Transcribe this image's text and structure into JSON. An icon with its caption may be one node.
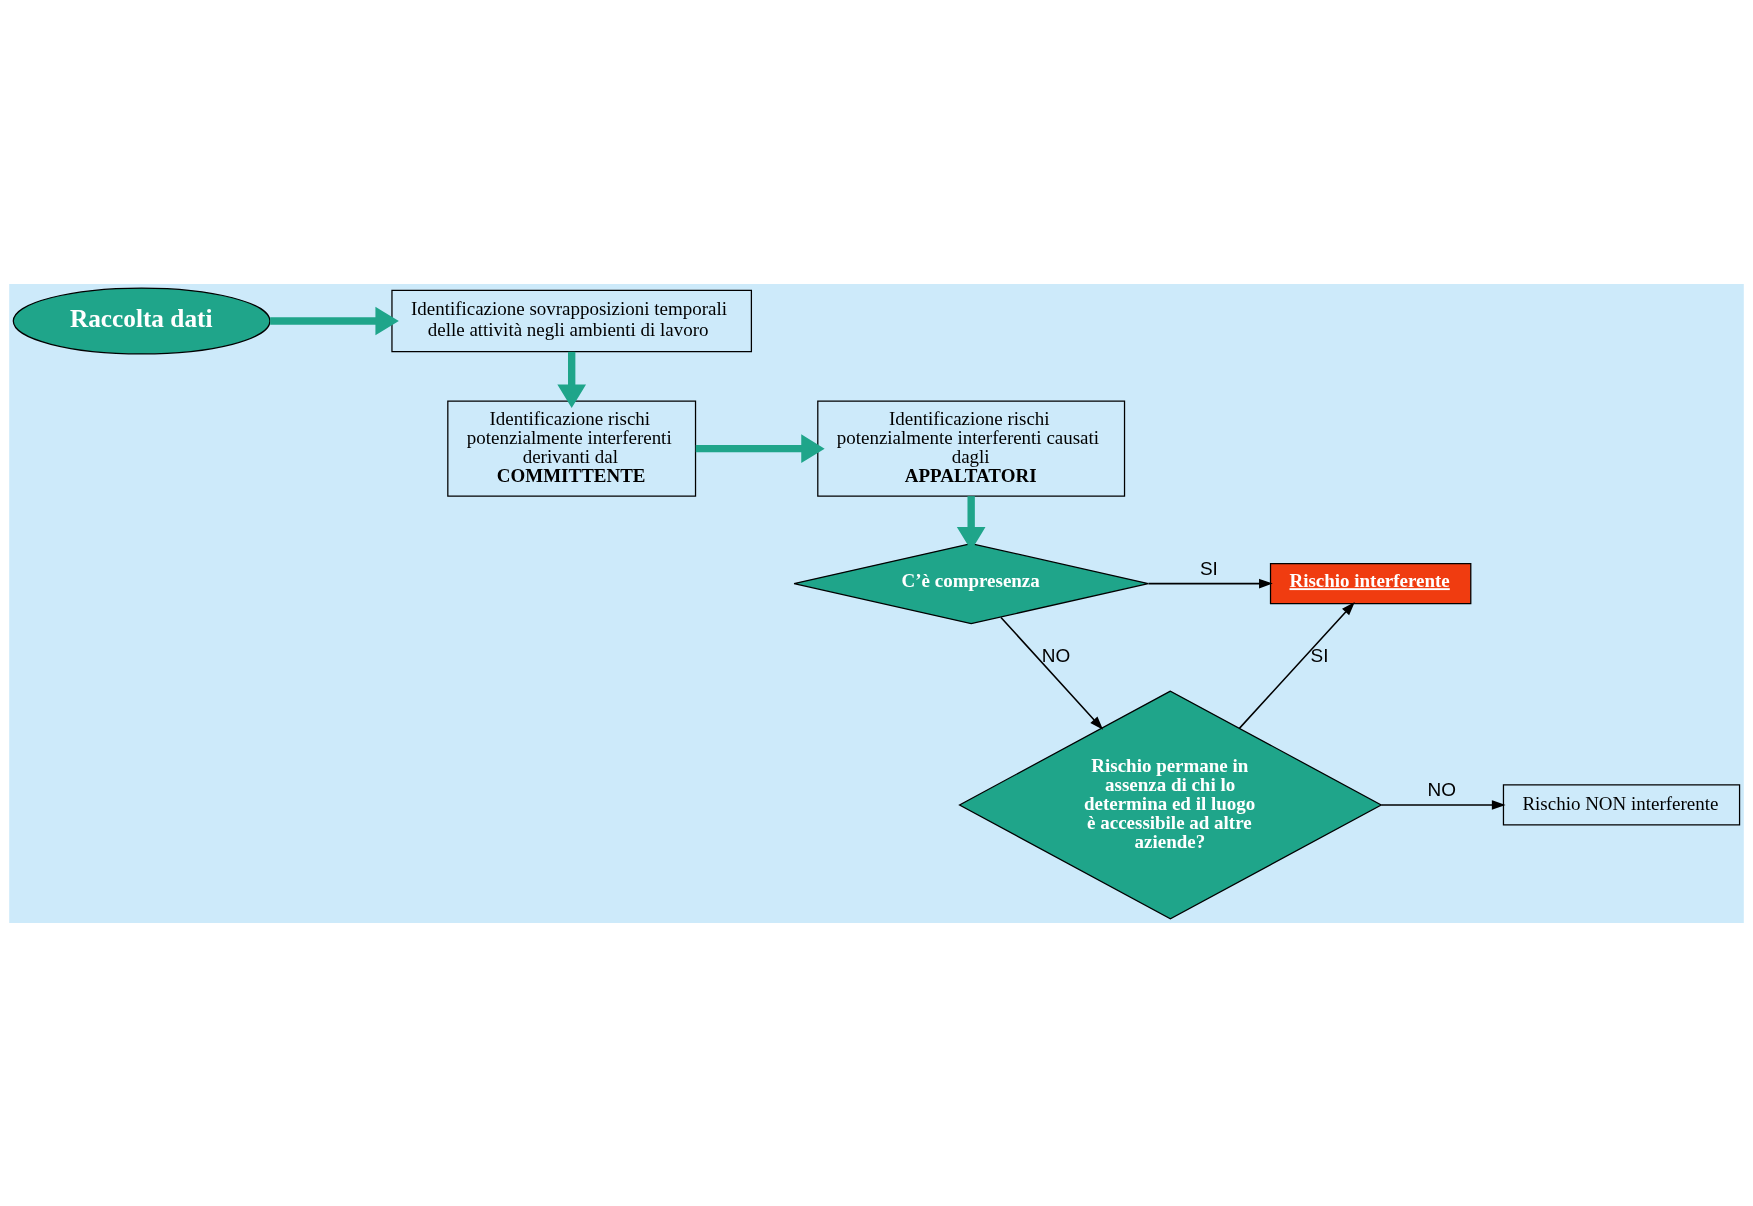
{
  "diagram": {
    "nodes": [
      {
        "text": [
          "Raccolta dati"
        ]
      },
      {
        "text": [
          "Identificazione sovrapposizioni temporali delle attività negli ambienti di lavoro"
        ]
      },
      {
        "text": [
          "Identificazione rischi potenzialmente interferenti derivanti dal",
          "COMMITTENTE"
        ]
      },
      {
        "text": [
          "Identificazione rischi potenzialmente interferenti causati dagli",
          "APPALTATORI"
        ]
      },
      {
        "text": [
          "C’è compresenza"
        ]
      },
      {
        "text": [
          "Rischio interferente"
        ]
      },
      {
        "text": [
          "Rischio permane in assenza di chi lo determina ed il luogo è accessibile ad altre aziende?"
        ]
      },
      {
        "text": [
          "Rischio NON interferente"
        ]
      }
    ],
    "edges": [
      {
        "from": 0,
        "to": 1,
        "arrow": "to",
        "style": "thick",
        "color": "#1fa58a"
      },
      {
        "from": 1,
        "to": 2,
        "arrow": "to",
        "style": "thick",
        "color": "#1fa58a"
      },
      {
        "from": 2,
        "to": 3,
        "arrow": "to",
        "style": "thick",
        "color": "#1fa58a"
      },
      {
        "from": 3,
        "to": 4,
        "arrow": "to",
        "style": "thick",
        "color": "#1fa58a"
      },
      {
        "from": 4,
        "to": 5,
        "arrow": "to",
        "label": "SI",
        "color": "#000000"
      },
      {
        "from": 4,
        "to": 6,
        "arrow": "to",
        "label": "NO",
        "color": "#000000"
      },
      {
        "from": 6,
        "to": 5,
        "arrow": "to",
        "label": "SI",
        "color": "#000000"
      },
      {
        "from": 6,
        "to": 7,
        "arrow": "to",
        "label": "NO",
        "color": "#000000"
      }
    ]
  }
}
